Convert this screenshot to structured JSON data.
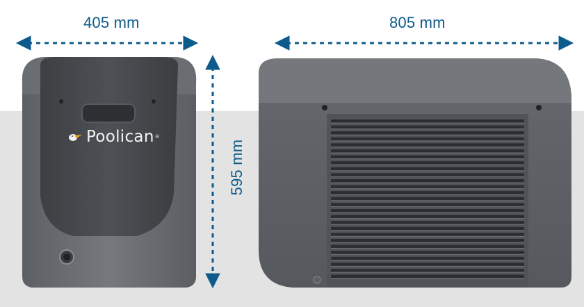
{
  "dimensions": {
    "front_width": "405 mm",
    "side_width": "805 mm",
    "height": "595 mm"
  },
  "product": {
    "brand": "Poolican",
    "trademark": "®"
  },
  "colors": {
    "accent": "#0d5a8c",
    "unit_dark": "#4a4d51",
    "unit_body": "#6d7175",
    "floor": "#e3e3e3"
  },
  "icons": [
    "dimension-arrow-icon",
    "pelican-logo-icon"
  ]
}
